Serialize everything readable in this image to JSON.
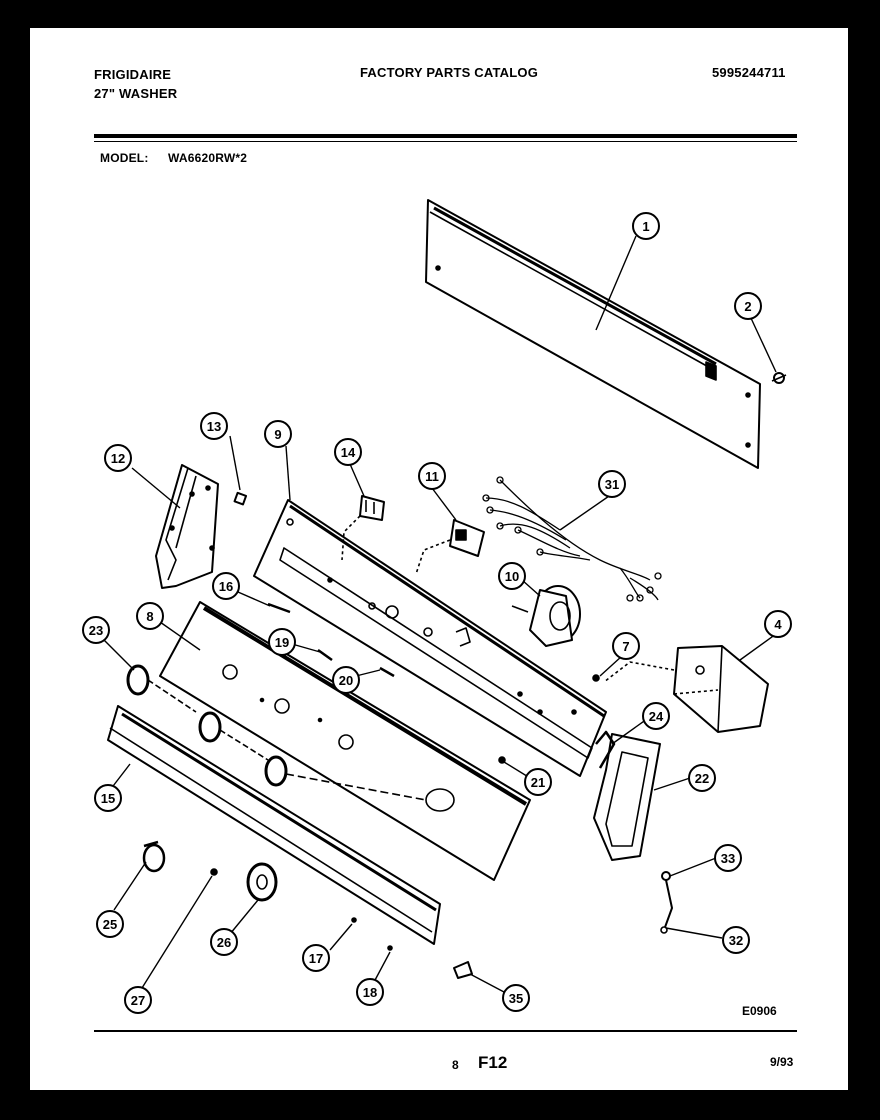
{
  "header": {
    "brand": "FRIGIDAIRE",
    "product": "27\" WASHER",
    "catalog_title": "FACTORY PARTS CATALOG",
    "catalog_number": "5995244711",
    "model_label": "MODEL:",
    "model_value": "WA6620RW*2"
  },
  "diagram": {
    "callouts": [
      "1",
      "2",
      "4",
      "7",
      "8",
      "9",
      "10",
      "11",
      "12",
      "13",
      "14",
      "15",
      "16",
      "17",
      "18",
      "19",
      "20",
      "21",
      "22",
      "23",
      "24",
      "25",
      "26",
      "27",
      "31",
      "32",
      "33",
      "35"
    ],
    "drawing_code": "E0906"
  },
  "footer": {
    "page_small": "8",
    "page_code": "F12",
    "date": "9/93"
  }
}
